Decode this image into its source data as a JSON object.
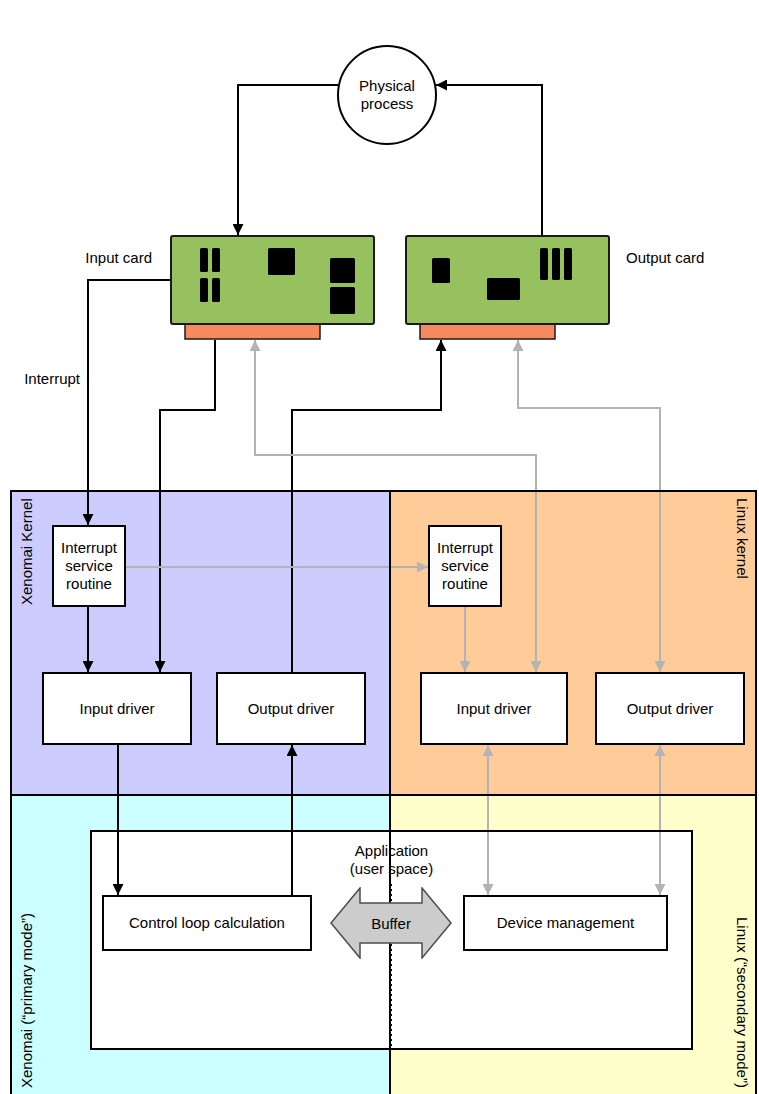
{
  "diagram": {
    "nodes": [
      {
        "text": [
          "Physical process"
        ]
      },
      {
        "text": [
          "Input card"
        ]
      },
      {
        "text": [
          "Output card"
        ]
      },
      {
        "text": [
          "Xenomai Kernel"
        ]
      },
      {
        "text": [
          "Linux kernel"
        ]
      },
      {
        "text": [
          "Xenomai (“primary mode”)"
        ]
      },
      {
        "text": [
          "Linux (“secondary mode”)"
        ]
      },
      {
        "text": [
          "Interrupt service routine"
        ],
        "in": 3
      },
      {
        "text": [
          "Input driver"
        ],
        "in": 3
      },
      {
        "text": [
          "Output driver"
        ],
        "in": 3
      },
      {
        "text": [
          "Interrupt service routine"
        ],
        "in": 4
      },
      {
        "text": [
          "Input driver"
        ],
        "in": 4
      },
      {
        "text": [
          "Output driver"
        ],
        "in": 4
      },
      {
        "text": [
          "Application (user space)"
        ]
      },
      {
        "text": [
          "Control loop calculation"
        ],
        "in": 13
      },
      {
        "text": [
          "Buffer"
        ],
        "in": 13
      },
      {
        "text": [
          "Device management"
        ],
        "in": 13
      }
    ],
    "edges": [
      {
        "from": 0,
        "to": 1,
        "arrow": "to"
      },
      {
        "from": 2,
        "to": 0,
        "arrow": "to"
      },
      {
        "from": 1,
        "to": 7,
        "arrow": "to",
        "label": "Interrupt"
      },
      {
        "from": 1,
        "to": 8,
        "arrow": "to"
      },
      {
        "from": 9,
        "to": 2,
        "arrow": "to"
      },
      {
        "from": 7,
        "to": 8,
        "arrow": "to"
      },
      {
        "from": 7,
        "to": 10,
        "arrow": "to"
      },
      {
        "from": 10,
        "to": 11,
        "arrow": "to"
      },
      {
        "from": 1,
        "to": 11,
        "arrow": "both"
      },
      {
        "from": 2,
        "to": 12,
        "arrow": "both"
      },
      {
        "from": 8,
        "to": 14,
        "arrow": "to"
      },
      {
        "from": 14,
        "to": 9,
        "arrow": "to"
      },
      {
        "from": 11,
        "to": 16,
        "arrow": "both"
      },
      {
        "from": 12,
        "to": 16,
        "arrow": "both"
      }
    ]
  }
}
